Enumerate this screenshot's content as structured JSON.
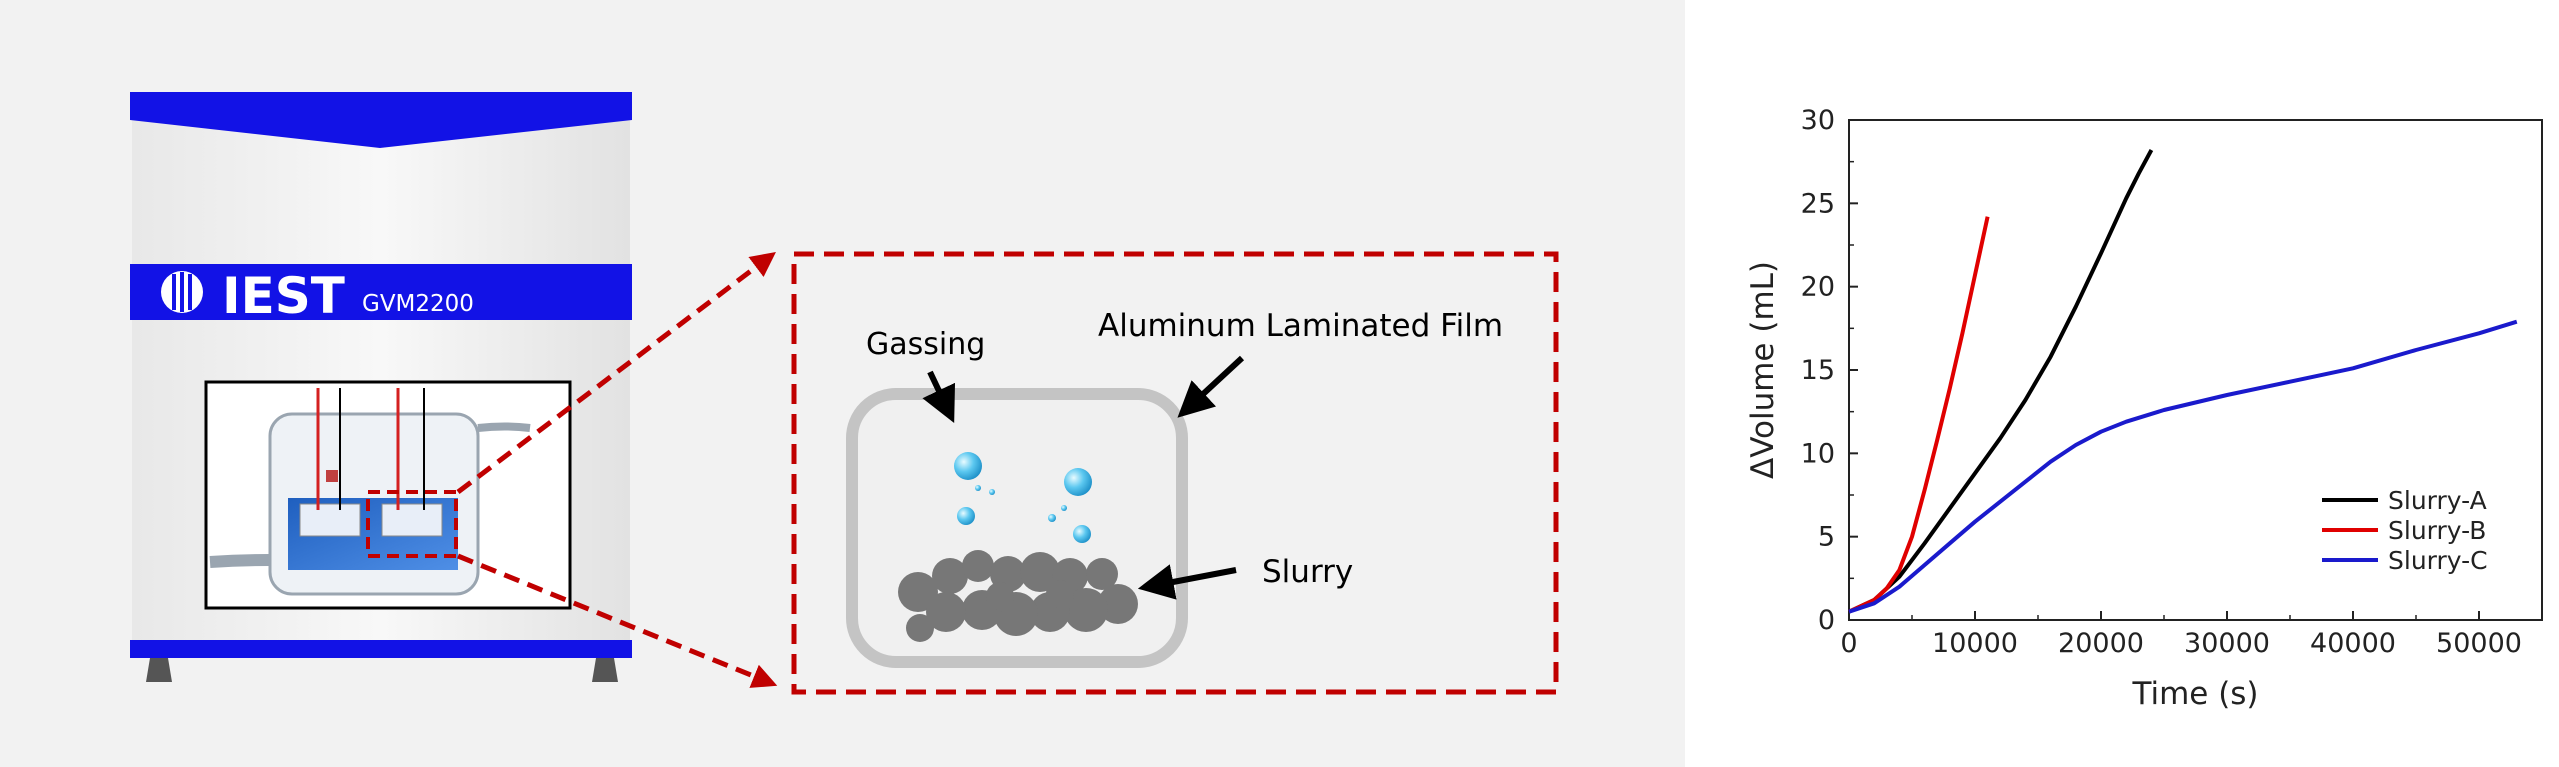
{
  "device": {
    "brand": "IEST",
    "model": "GVM2200",
    "brand_color": "#1212e6"
  },
  "schematic": {
    "labels": {
      "gassing": "Gassing",
      "film": "Aluminum Laminated Film",
      "slurry": "Slurry"
    },
    "dashed_color": "#c00000"
  },
  "chart_data": {
    "type": "line",
    "xlabel": "Time (s)",
    "ylabel": "ΔVolume (mL)",
    "xlim": [
      0,
      55000
    ],
    "ylim": [
      0,
      30
    ],
    "xticks": [
      0,
      10000,
      20000,
      30000,
      40000,
      50000
    ],
    "yticks": [
      0,
      5,
      10,
      15,
      20,
      25,
      30
    ],
    "grid": false,
    "legend_position": "bottom-right",
    "series": [
      {
        "name": "Slurry-A",
        "color": "#000000",
        "x": [
          0,
          2000,
          4000,
          6000,
          8000,
          10000,
          12000,
          14000,
          16000,
          18000,
          20000,
          22000,
          23000,
          24000
        ],
        "y": [
          0.5,
          1.2,
          2.6,
          4.6,
          6.7,
          8.8,
          10.9,
          13.2,
          15.8,
          18.8,
          22.0,
          25.3,
          26.8,
          28.2
        ]
      },
      {
        "name": "Slurry-B",
        "color": "#e00000",
        "x": [
          0,
          2000,
          3000,
          4000,
          5000,
          6000,
          7000,
          8000,
          9000,
          10000,
          11000
        ],
        "y": [
          0.5,
          1.2,
          1.9,
          3.0,
          5.0,
          7.8,
          10.8,
          13.9,
          17.2,
          20.7,
          24.2
        ]
      },
      {
        "name": "Slurry-C",
        "color": "#1a1acc",
        "x": [
          0,
          2000,
          4000,
          6000,
          8000,
          10000,
          12000,
          14000,
          16000,
          18000,
          20000,
          22000,
          25000,
          30000,
          35000,
          40000,
          45000,
          50000,
          53000
        ],
        "y": [
          0.5,
          1.0,
          2.0,
          3.3,
          4.6,
          5.9,
          7.1,
          8.3,
          9.5,
          10.5,
          11.3,
          11.9,
          12.6,
          13.5,
          14.3,
          15.1,
          16.2,
          17.2,
          17.9
        ]
      }
    ]
  }
}
